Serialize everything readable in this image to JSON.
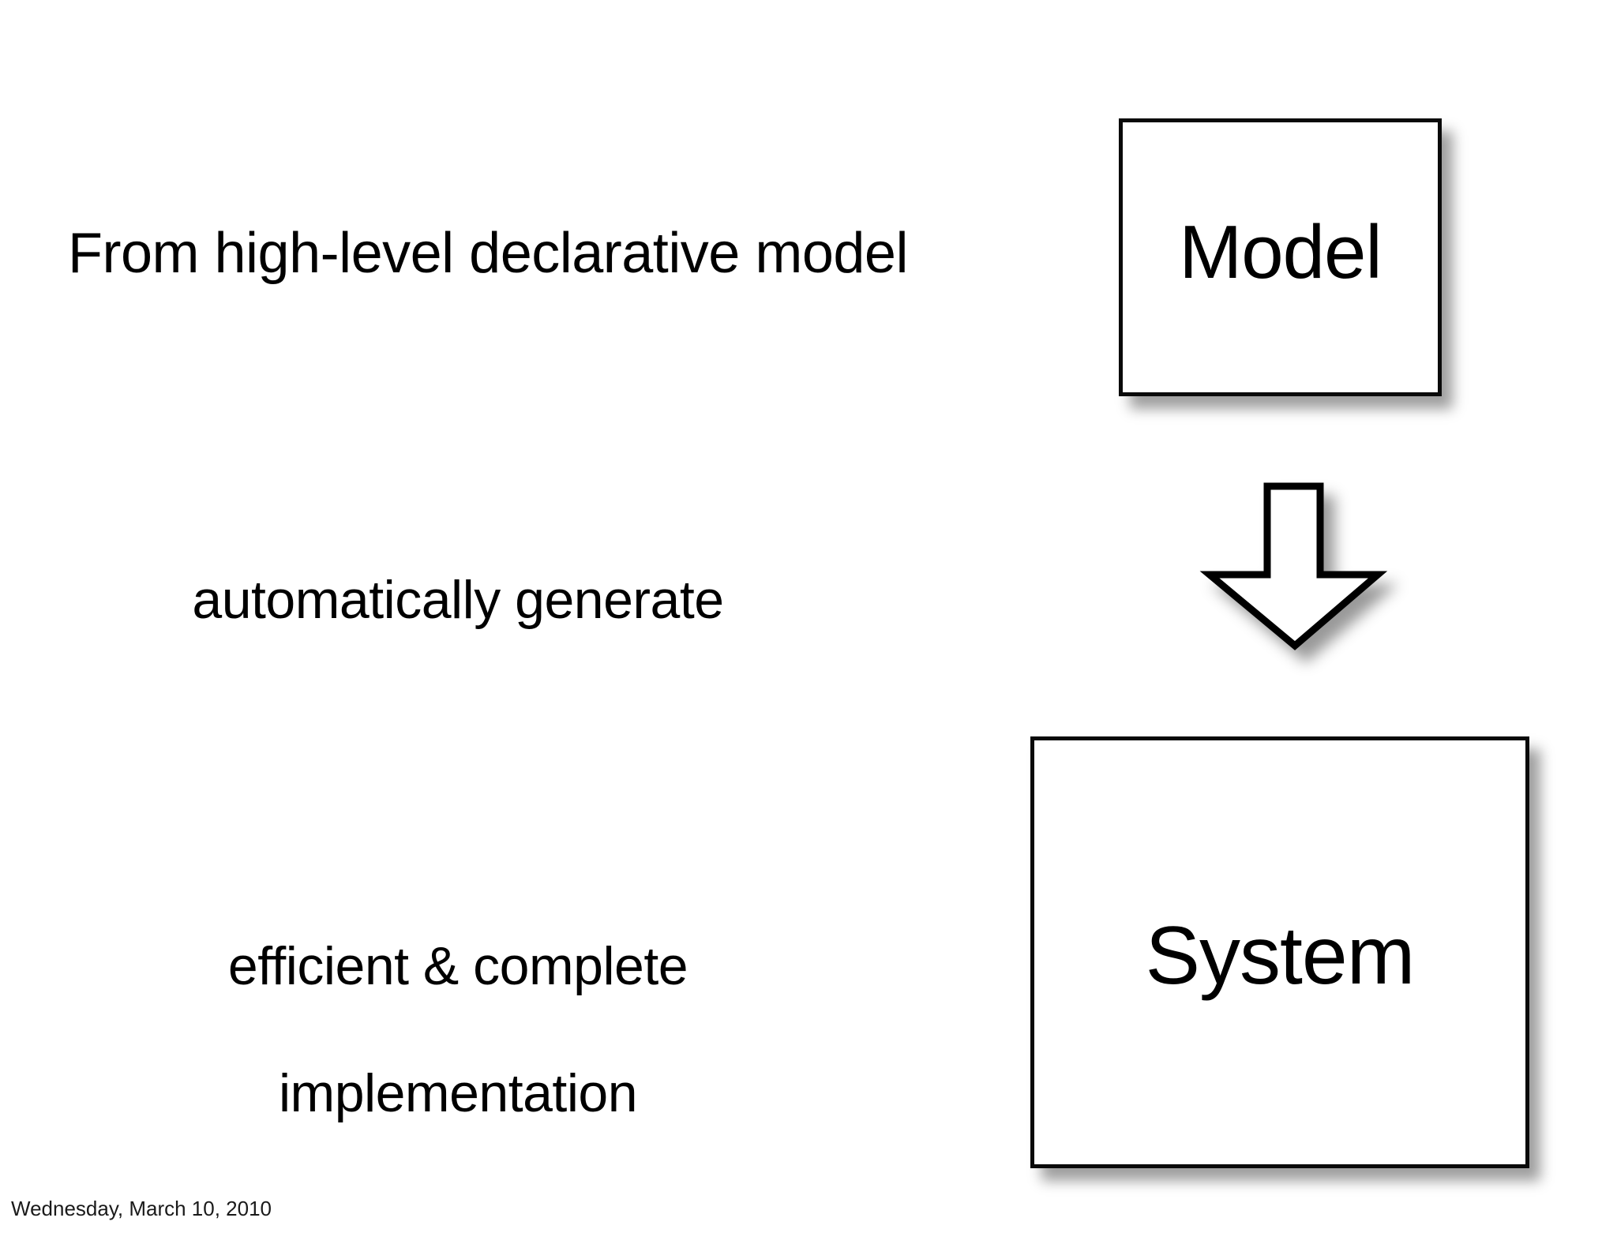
{
  "slide": {
    "background_color": "#ffffff",
    "ink_color": "#000000",
    "footer": "Wednesday, March 10, 2010"
  },
  "captions": {
    "line_1": "From high-level declarative model",
    "line_2": "automatically generate",
    "line_3_a": "efficient & complete",
    "line_3_b": "implementation"
  },
  "diagram": {
    "type": "flow",
    "nodes": [
      {
        "id": "model",
        "label": "Model"
      },
      {
        "id": "system",
        "label": "System"
      }
    ],
    "connector": {
      "id": "generate-arrow",
      "direction": "down",
      "from": "model",
      "to": "system",
      "style": "block-arrow-outline",
      "fill": "#ffffff",
      "stroke": "#000000"
    }
  }
}
